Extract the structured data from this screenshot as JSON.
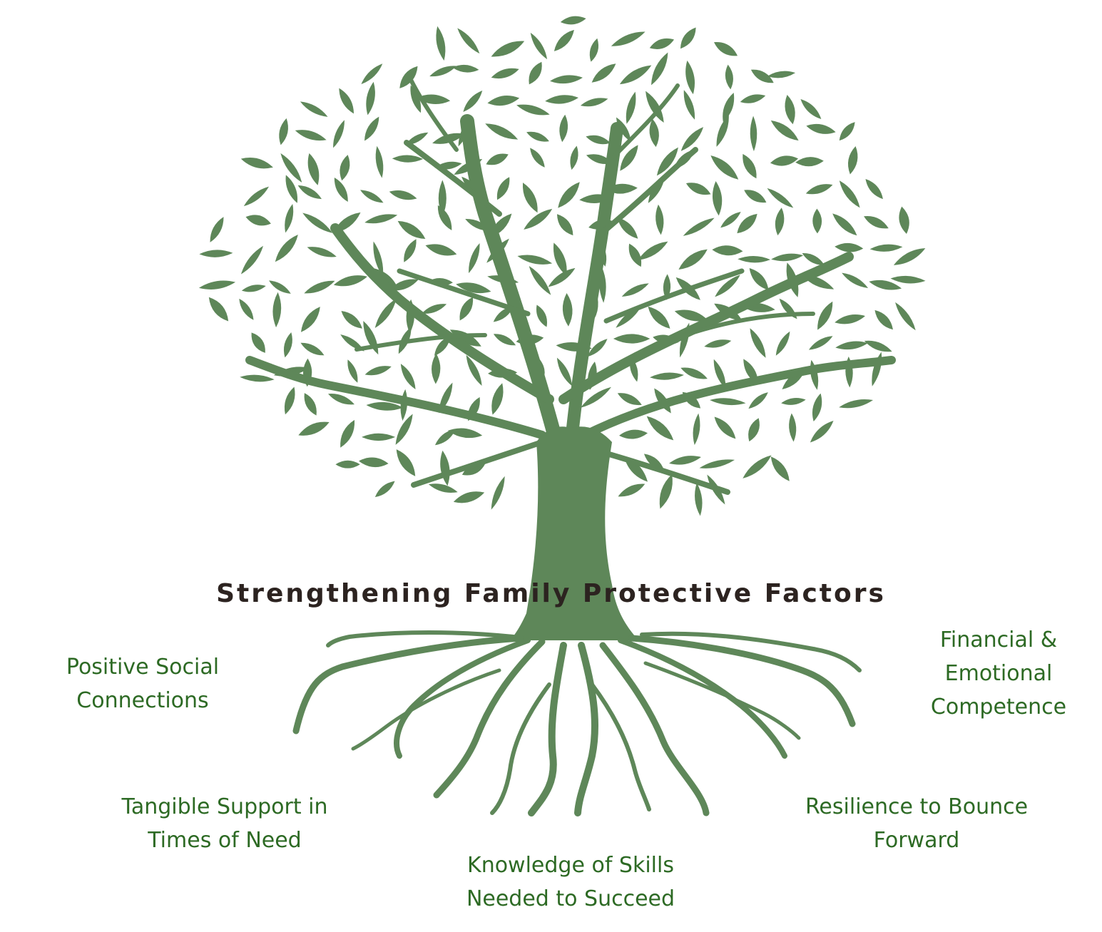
{
  "title": "Strengthening Family Protective Factors",
  "colors": {
    "tree": "#5e8759",
    "title": "#2c2320",
    "factor_text": "#2d6a24",
    "background": "#ffffff"
  },
  "factors": [
    {
      "line1": "Positive Social",
      "line2": "Connections"
    },
    {
      "line1": "Financial &",
      "line2": "Emotional",
      "line3": "Competence"
    },
    {
      "line1": "Tangible Support in",
      "line2": "Times of Need"
    },
    {
      "line1": "Resilience to Bounce",
      "line2": "Forward"
    },
    {
      "line1": "Knowledge of Skills",
      "line2": "Needed to Succeed"
    }
  ],
  "illustration": {
    "icon": "tree-with-roots-icon"
  }
}
